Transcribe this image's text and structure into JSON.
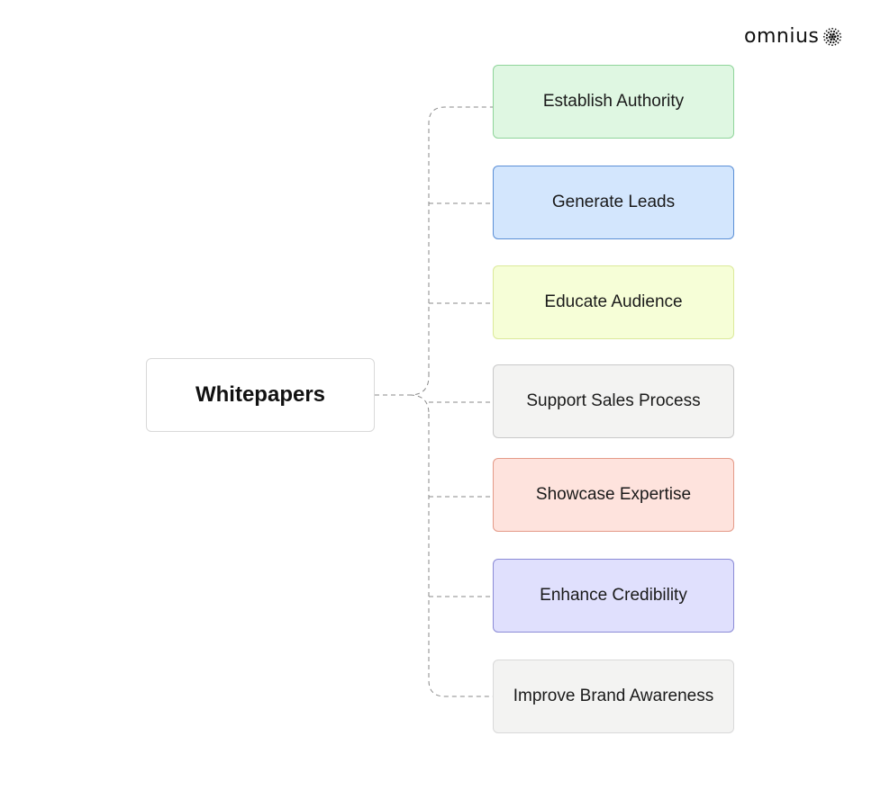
{
  "logo": {
    "text": "omnius",
    "icon": "dotted-sphere-icon"
  },
  "diagram": {
    "type": "tree",
    "root": {
      "label": "Whitepapers"
    },
    "branches": [
      {
        "label": "Establish Authority",
        "fill": "#dff7e2",
        "border": "#8fd49a"
      },
      {
        "label": "Generate Leads",
        "fill": "#d3e6fd",
        "border": "#5b8fd6"
      },
      {
        "label": "Educate Audience",
        "fill": "#f6fed7",
        "border": "#dbe99a"
      },
      {
        "label": "Support Sales Process",
        "fill": "#f3f3f2",
        "border": "#c9c9c9"
      },
      {
        "label": "Showcase Expertise",
        "fill": "#fee3dd",
        "border": "#e49a88"
      },
      {
        "label": "Enhance Credibility",
        "fill": "#e0e0fd",
        "border": "#8b8bd6"
      },
      {
        "label": "Improve Brand Awareness",
        "fill": "#f3f3f2",
        "border": "#d9d9d9"
      }
    ],
    "connector_color": "#8a8a8a",
    "connector_style": "dashed"
  }
}
